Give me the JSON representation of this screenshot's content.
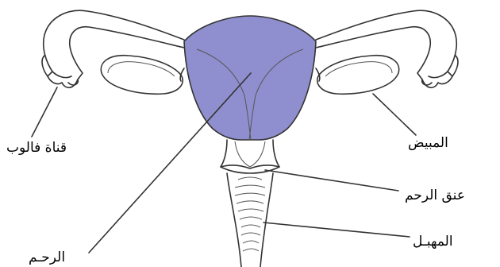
{
  "labels": {
    "fallopian_tube": "قناة فالوب",
    "ovary": "المبيض",
    "cervix": "عنق الرحم",
    "uterus": "الرحـم",
    "vagina": "المهبـل"
  },
  "colors": {
    "uterus_fill": "#8f8fcf",
    "outline": "#333333",
    "background": "#ffffff"
  }
}
